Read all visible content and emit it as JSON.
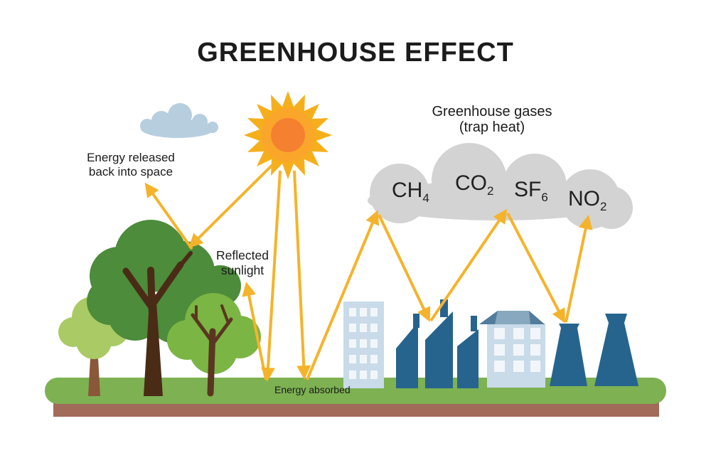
{
  "title": "GREENHOUSE EFFECT",
  "labels": {
    "energy_released": {
      "line1": "Energy released",
      "line2": "back into space"
    },
    "reflected": {
      "line1": "Reflected",
      "line2": "sunlight"
    },
    "greenhouse_gases": {
      "line1": "Greenhouse gases",
      "line2": "(trap heat)"
    },
    "energy_absorbed": "Energy absorbed"
  },
  "gases": [
    {
      "formula": "CH",
      "subscript": "4"
    },
    {
      "formula": "CO",
      "subscript": "2"
    },
    {
      "formula": "SF",
      "subscript": "6"
    },
    {
      "formula": "NO",
      "subscript": "2"
    }
  ],
  "colors": {
    "arrow": "#F5B32B",
    "sun_rays": "#F6AF1C",
    "sun_mid": "#F9A62B",
    "sun_core": "#F5802F",
    "gas_cloud": "#D3D3D3",
    "sky_cloud": "#B7CEDF",
    "grass": "#7DB152",
    "soil": "#A26A59",
    "industry_blue": "#26648E",
    "light_building": "#C9DBE9",
    "building_window": "#F2F6FA",
    "roof_light": "#87A8BE",
    "roof_dark": "#527C9C",
    "tree_dark_green": "#4C8C3B",
    "tree_mid_green": "#7BB544",
    "tree_light_green": "#A9CA64",
    "trunk_dark": "#4A2B16",
    "trunk_medium": "#8A573A",
    "trunk_right_tree": "#5A3620",
    "text": "#1B1B1B"
  }
}
